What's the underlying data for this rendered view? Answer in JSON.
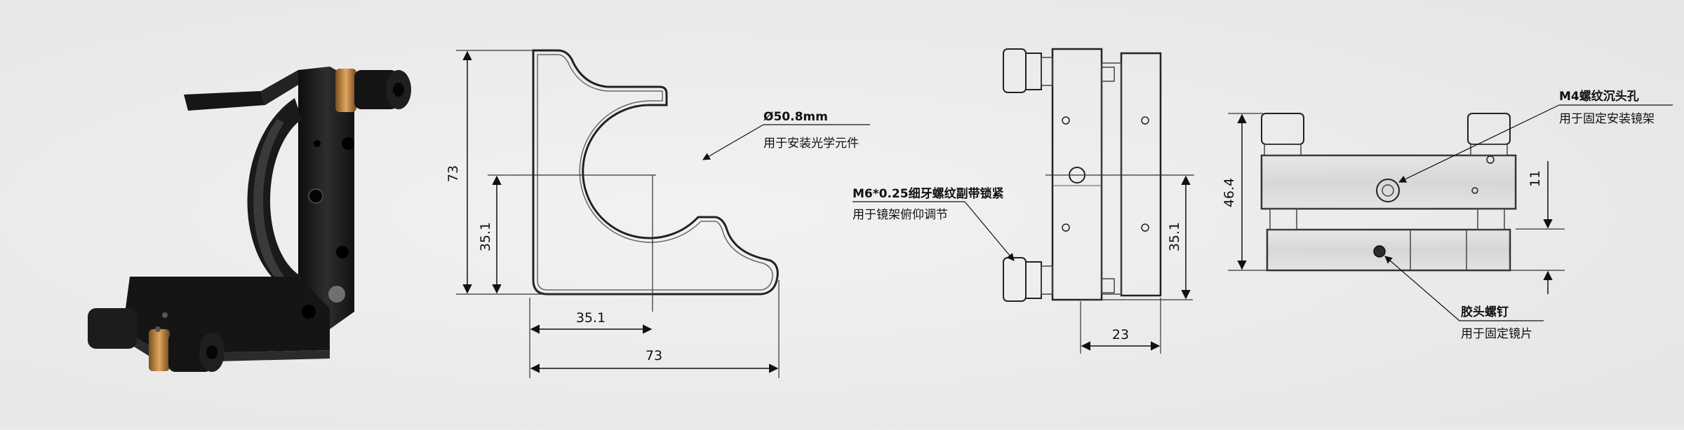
{
  "photo": {
    "label": "mirror-mount-photo"
  },
  "front_view": {
    "height_total": "73",
    "height_center": "35.1",
    "width_center": "35.1",
    "width_total": "73",
    "callout_line1": "Ø50.8mm",
    "callout_line2": "用于安装光学元件"
  },
  "side_view": {
    "callout_line1": "M6*0.25细牙螺纹副带锁紧",
    "callout_line2": "用于镜架俯仰调节",
    "height_center": "35.1",
    "depth": "23"
  },
  "top_view": {
    "height_total": "46.4",
    "hole_height": "11",
    "callout_top_line1": "M4螺纹沉头孔",
    "callout_top_line2": "用于固定安装镜架",
    "callout_bottom_line1": "胶头螺钉",
    "callout_bottom_line2": "用于固定镜片"
  },
  "colors": {
    "background": "#ebebeb",
    "metal_dark": "#1c1c1c",
    "brass": "#b07a3a",
    "drawing_line": "#222222"
  }
}
